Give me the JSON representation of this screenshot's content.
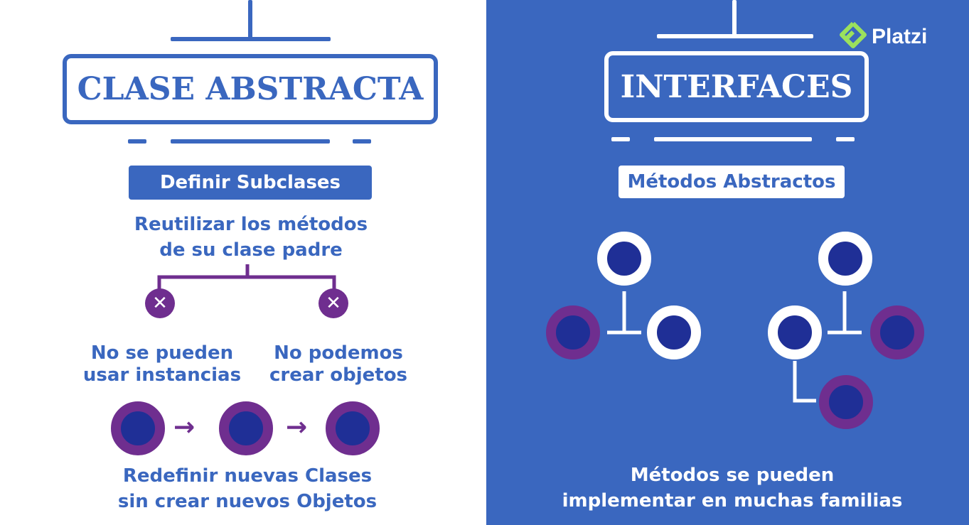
{
  "colors": {
    "right_background": "#3a67bf",
    "primary_blue": "#3a67bf",
    "purple": "#6f2e8f",
    "dark_blue": "#1f2f96",
    "white": "#ffffff"
  },
  "left": {
    "title": "CLASE ABSTRACTA",
    "tag": "Definir Subclases",
    "line1": "Reutilizar los métodos",
    "line2": "de su clase padre",
    "branch_left_1": "No se pueden",
    "branch_left_2": "usar instancias",
    "branch_right_1": "No podemos",
    "branch_right_2": "crear objetos",
    "footer1": "Redefinir nuevas Clases",
    "footer2": "sin crear nuevos Objetos",
    "icons": [
      "x-icon",
      "arrow-right-icon",
      "circle-icon"
    ]
  },
  "right": {
    "title": "INTERFACES",
    "tag": "Métodos Abstractos",
    "footer1": "Métodos se pueden",
    "footer2": "implementar en muchas familias",
    "logo_text": "Platzi",
    "icons": [
      "platzi-logo-icon",
      "circle-icon",
      "tree-connector-icon"
    ]
  }
}
